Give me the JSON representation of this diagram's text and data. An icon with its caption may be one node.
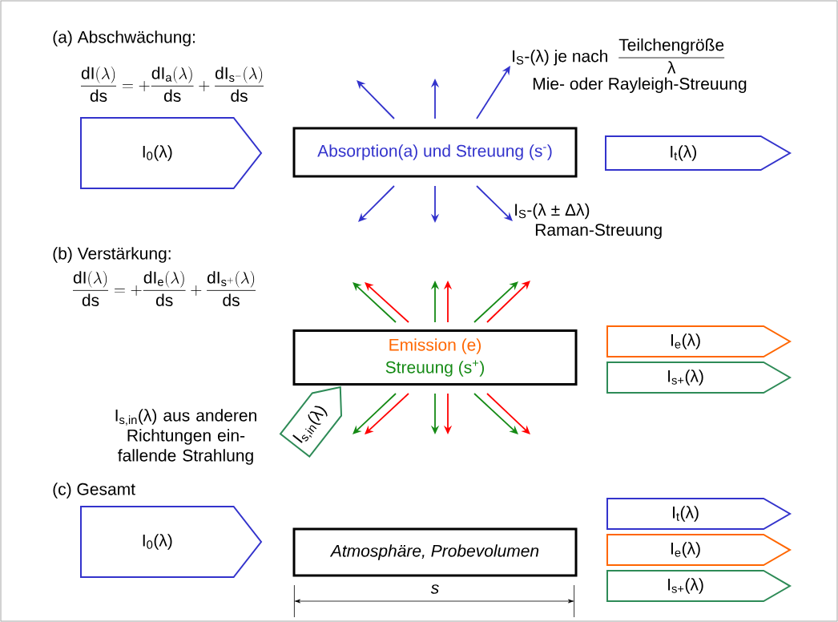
{
  "diagram": {
    "nodes": [
      {
        "text": [
          "I$_{0}$(λ)"
        ]
      },
      {
        "text": [
          "Absorption(a) und Streuung (s$^{-}$)"
        ]
      },
      {
        "text": [
          "I$_{t}$(λ)"
        ]
      },
      {
        "text": [
          "I$_{S}$-(λ) je nach",
          "Teilchengröße",
          "λ",
          "Mie- oder Rayleigh-Streuung"
        ]
      },
      {
        "text": [
          "I$_{S}$-(λ ± Δλ)",
          "Raman-Streuung"
        ]
      },
      {
        "text": [
          "Emission (e)",
          "Streuung (s$^{+}$)"
        ]
      },
      {
        "text": [
          "I$_{e}$(λ)"
        ]
      },
      {
        "text": [
          "I$_{s+}$(λ)"
        ]
      },
      {
        "text": [
          "I$_{s,in}$(λ)"
        ],
        "beside": [
          "I$_{s,in}$(λ) aus anderen Richtungen ein-fallende Strahlung"
        ]
      },
      {
        "text": [
          "I$_{0}$(λ)"
        ]
      },
      {
        "text": [
          "Atmosphäre, Probevolumen"
        ]
      },
      {
        "text": [
          "I$_{t}$(λ)"
        ]
      },
      {
        "text": [
          "I$_{e}$(λ)"
        ]
      },
      {
        "text": [
          "I$_{s+}$(λ)"
        ]
      }
    ],
    "edges": [
      {
        "from": 1,
        "to": null,
        "arrow": "to",
        "color": "#3333cc"
      },
      {
        "from": 1,
        "to": null,
        "arrow": "to",
        "color": "#3333cc"
      },
      {
        "from": 1,
        "to": 3,
        "arrow": "to",
        "color": "#3333cc"
      },
      {
        "from": 1,
        "to": null,
        "arrow": "to",
        "color": "#3333cc"
      },
      {
        "from": 1,
        "to": null,
        "arrow": "to",
        "color": "#3333cc"
      },
      {
        "from": 1,
        "to": 4,
        "arrow": "to",
        "color": "#3333cc"
      },
      {
        "from": 5,
        "to": null,
        "arrow": "to",
        "color": "#158a15"
      },
      {
        "from": 5,
        "to": null,
        "arrow": "to",
        "color": "#ff0000"
      },
      {
        "from": 5,
        "to": null,
        "arrow": "to",
        "color": "#158a15"
      },
      {
        "from": 5,
        "to": null,
        "arrow": "to",
        "color": "#ff0000"
      },
      {
        "from": 5,
        "to": null,
        "arrow": "to",
        "color": "#158a15"
      },
      {
        "from": 5,
        "to": null,
        "arrow": "to",
        "color": "#ff0000"
      },
      {
        "from": 5,
        "to": null,
        "arrow": "to",
        "color": "#158a15"
      },
      {
        "from": 5,
        "to": null,
        "arrow": "to",
        "color": "#ff0000"
      },
      {
        "from": 5,
        "to": null,
        "arrow": "to",
        "color": "#158a15"
      },
      {
        "from": 5,
        "to": null,
        "arrow": "to",
        "color": "#ff0000"
      },
      {
        "from": 5,
        "to": null,
        "arrow": "to",
        "color": "#158a15"
      },
      {
        "from": 5,
        "to": null,
        "arrow": "to",
        "color": "#ff0000"
      }
    ],
    "labels": [
      "(a) Abschwächung:",
      "\\frac{\\mathsf{dI}(\\lambda)}{\\mathsf{ds}}=+\\frac{\\mathsf{dI_a}(\\lambda)}{\\mathsf{ds}}+\\frac{\\mathsf{dI_{s^-}}(\\lambda)}{\\mathsf{ds}}",
      "(b) Verstärkung:",
      "\\frac{\\mathsf{dI}(\\lambda)}{\\mathsf{ds}}=+\\frac{\\mathsf{dI_e}(\\lambda)}{\\mathsf{ds}}+\\frac{\\mathsf{dI_{s^+}}(\\lambda)}{\\mathsf{ds}}",
      "(c) Gesamt",
      "s"
    ]
  }
}
